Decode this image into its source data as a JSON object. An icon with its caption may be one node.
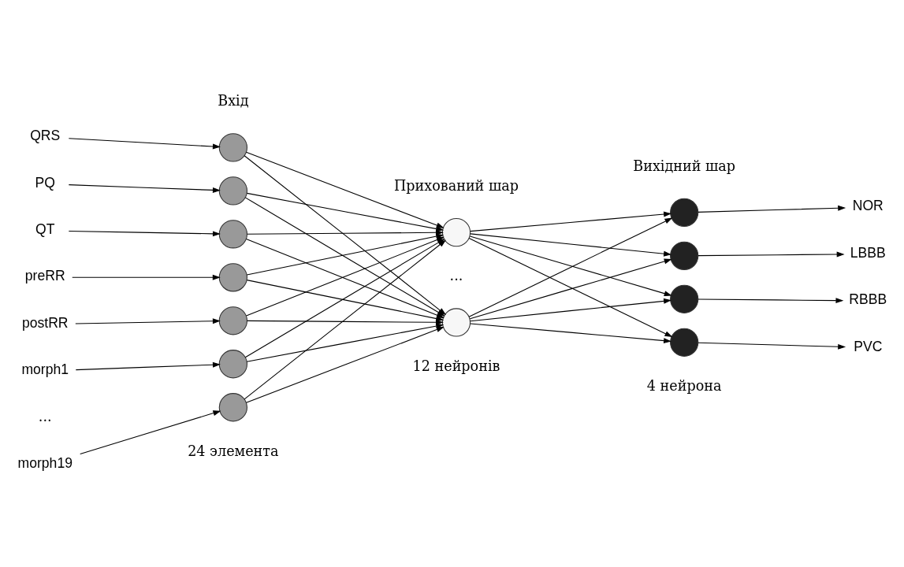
{
  "diagram": {
    "nodes": [
      {
        "text": [
          "QRS"
        ]
      },
      {
        "text": [
          "PQ"
        ]
      },
      {
        "text": [
          "QT"
        ]
      },
      {
        "text": [
          "preRR"
        ]
      },
      {
        "text": [
          "postRR"
        ]
      },
      {
        "text": [
          "morph1"
        ]
      },
      {
        "text": [
          "morph19"
        ]
      },
      {
        "text": [],
        "shape": "circle"
      },
      {
        "text": [],
        "shape": "circle"
      },
      {
        "text": [],
        "shape": "circle"
      },
      {
        "text": [],
        "shape": "circle"
      },
      {
        "text": [],
        "shape": "circle"
      },
      {
        "text": [],
        "shape": "circle"
      },
      {
        "text": [],
        "shape": "circle"
      },
      {
        "text": [],
        "shape": "circle"
      },
      {
        "text": [],
        "shape": "circle"
      },
      {
        "text": [],
        "shape": "circle"
      },
      {
        "text": [],
        "shape": "circle"
      },
      {
        "text": [],
        "shape": "circle"
      },
      {
        "text": [],
        "shape": "circle"
      },
      {
        "text": [
          "NOR"
        ]
      },
      {
        "text": [
          "LBBB"
        ]
      },
      {
        "text": [
          "RBBB"
        ]
      },
      {
        "text": [
          "PVC"
        ]
      }
    ],
    "edges": [
      {
        "from": 0,
        "to": 7,
        "arrow": "to"
      },
      {
        "from": 1,
        "to": 8,
        "arrow": "to"
      },
      {
        "from": 2,
        "to": 9,
        "arrow": "to"
      },
      {
        "from": 3,
        "to": 10,
        "arrow": "to"
      },
      {
        "from": 4,
        "to": 11,
        "arrow": "to"
      },
      {
        "from": 5,
        "to": 12,
        "arrow": "to"
      },
      {
        "from": 6,
        "to": 13,
        "arrow": "to"
      },
      {
        "from": 7,
        "to": 14,
        "arrow": "to"
      },
      {
        "from": 7,
        "to": 15,
        "arrow": "to"
      },
      {
        "from": 8,
        "to": 14,
        "arrow": "to"
      },
      {
        "from": 8,
        "to": 15,
        "arrow": "to"
      },
      {
        "from": 9,
        "to": 14,
        "arrow": "to"
      },
      {
        "from": 9,
        "to": 15,
        "arrow": "to"
      },
      {
        "from": 10,
        "to": 14,
        "arrow": "to"
      },
      {
        "from": 10,
        "to": 15,
        "arrow": "to"
      },
      {
        "from": 11,
        "to": 14,
        "arrow": "to"
      },
      {
        "from": 11,
        "to": 15,
        "arrow": "to"
      },
      {
        "from": 12,
        "to": 14,
        "arrow": "to"
      },
      {
        "from": 12,
        "to": 15,
        "arrow": "to"
      },
      {
        "from": 13,
        "to": 14,
        "arrow": "to"
      },
      {
        "from": 13,
        "to": 15,
        "arrow": "to"
      },
      {
        "from": 14,
        "to": 16,
        "arrow": "to"
      },
      {
        "from": 14,
        "to": 17,
        "arrow": "to"
      },
      {
        "from": 14,
        "to": 18,
        "arrow": "to"
      },
      {
        "from": 14,
        "to": 19,
        "arrow": "to"
      },
      {
        "from": 15,
        "to": 16,
        "arrow": "to"
      },
      {
        "from": 15,
        "to": 17,
        "arrow": "to"
      },
      {
        "from": 15,
        "to": 18,
        "arrow": "to"
      },
      {
        "from": 15,
        "to": 19,
        "arrow": "to"
      },
      {
        "from": 16,
        "to": 20,
        "arrow": "to"
      },
      {
        "from": 17,
        "to": 21,
        "arrow": "to"
      },
      {
        "from": 18,
        "to": 22,
        "arrow": "to"
      },
      {
        "from": 19,
        "to": 23,
        "arrow": "to"
      }
    ],
    "labels": [
      "Вхід",
      "Прихований шар",
      "Вихідний шар",
      "...",
      "...",
      "24 элемента",
      "12 нейронів",
      "4 нейрона"
    ]
  }
}
